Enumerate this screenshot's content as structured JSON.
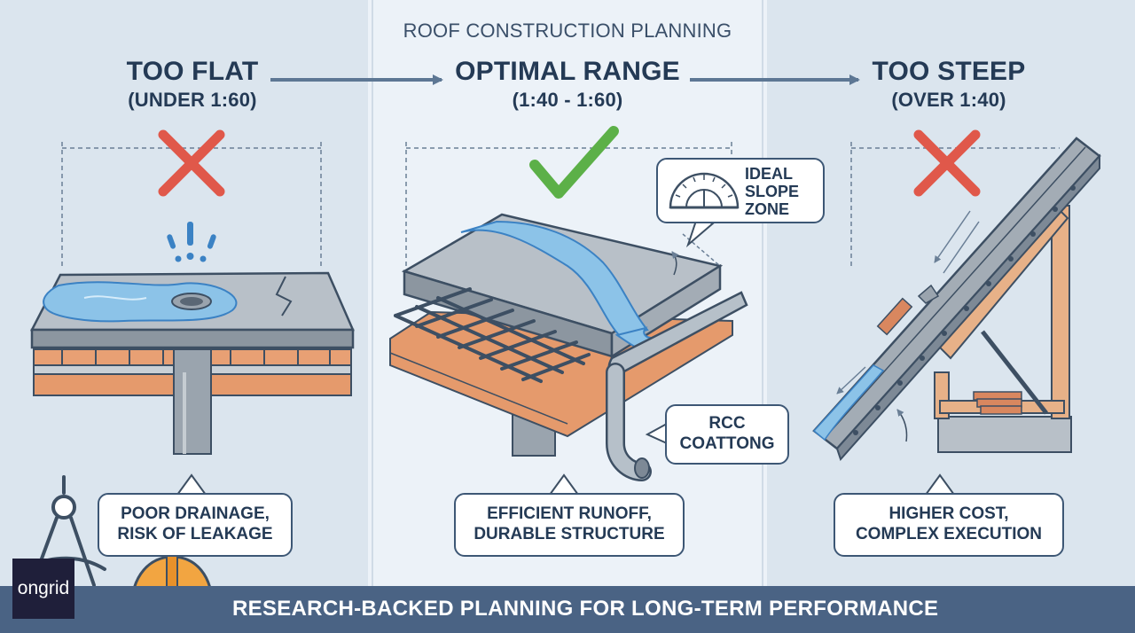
{
  "title": "ROOF CONSTRUCTION PLANNING",
  "panels": {
    "left": {
      "heading": "TOO FLAT",
      "range": "(UNDER 1:60)",
      "status": "incorrect",
      "caption_line1": "POOR DRAINAGE,",
      "caption_line2": "RISK OF LEAKAGE"
    },
    "center": {
      "heading": "OPTIMAL RANGE",
      "range": "(1:40 - 1:60)",
      "status": "correct",
      "caption_line1": "EFFICIENT RUNOFF,",
      "caption_line2": "DURABLE STRUCTURE"
    },
    "right": {
      "heading": "TOO STEEP",
      "range": "(OVER 1:40)",
      "status": "incorrect",
      "caption_line1": "HIGHER COST,",
      "caption_line2": "COMPLEX EXECUTION"
    }
  },
  "callouts": {
    "ideal_line1": "IDEAL",
    "ideal_line2": "SLOPE",
    "ideal_line3": "ZONE",
    "rcc_line1": "RCC",
    "rcc_line2": "COATTONG"
  },
  "footer": {
    "text": "RESEARCH-BACKED PLANNING FOR LONG-TERM PERFORMANCE"
  },
  "logo": {
    "text": "ongrid"
  },
  "icons": [
    "red-x-icon",
    "green-check-icon",
    "protractor-icon",
    "alert-icon",
    "drafting-compass-icon",
    "hard-hat-icon",
    "arrow-right-icon"
  ],
  "colors": {
    "background": "#dfe8f0",
    "center_panel": "#eaf1f7",
    "text": "#243a55",
    "error_red": "#e0584a",
    "success_green": "#5cb048",
    "water": "#8cc3e8",
    "wood": "#e59a6c",
    "footer": "#4a6384"
  }
}
